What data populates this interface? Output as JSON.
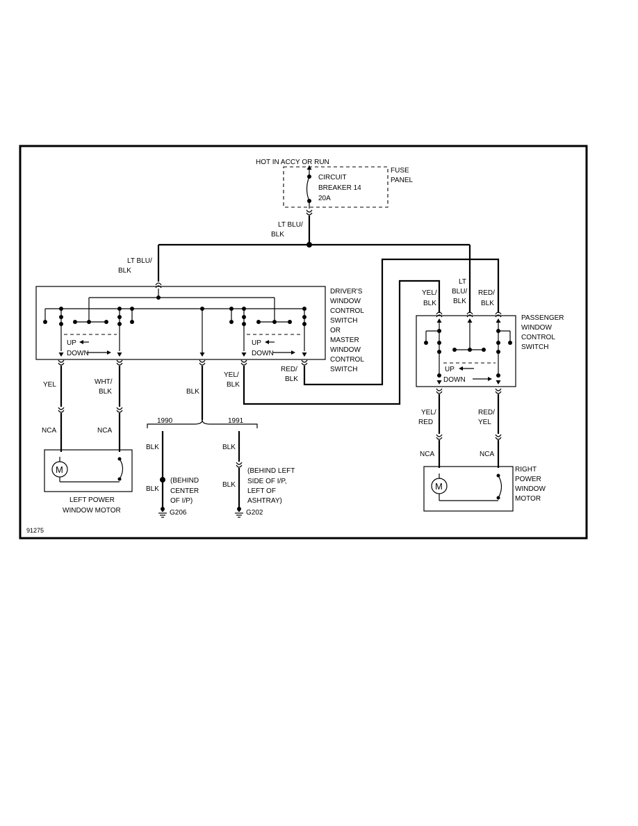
{
  "power": {
    "hot_label": "HOT IN ACCY OR RUN",
    "breaker_lines": [
      "CIRCUIT",
      "BREAKER 14",
      "20A"
    ],
    "fuse_panel_lines": [
      "FUSE",
      "PANEL"
    ]
  },
  "wires": {
    "feed_main": [
      "LT BLU/",
      "BLK"
    ],
    "feed_driver": [
      "LT BLU/",
      "BLK"
    ],
    "pass_left": [
      "YEL/",
      "BLK"
    ],
    "pass_mid": [
      "LT",
      "BLU/",
      "BLK"
    ],
    "pass_right": [
      "RED/",
      "BLK"
    ],
    "left_motor_yel": "YEL",
    "left_motor_wht": [
      "WHT/",
      "BLK"
    ],
    "ground_blk": "BLK",
    "driver_yel_blk": [
      "YEL/",
      "BLK"
    ],
    "driver_red_blk": [
      "RED/",
      "BLK"
    ],
    "right_motor_yel_red": [
      "YEL/",
      "RED"
    ],
    "right_motor_red_yel": [
      "RED/",
      "YEL"
    ]
  },
  "driver_switch": {
    "label_lines": [
      "DRIVER'S",
      "WINDOW",
      "CONTROL",
      "SWITCH",
      "OR",
      "MASTER",
      "WINDOW",
      "CONTROL",
      "SWITCH"
    ],
    "up": "UP",
    "down": "DOWN"
  },
  "passenger_switch": {
    "label_lines": [
      "PASSENGER",
      "WINDOW",
      "CONTROL",
      "SWITCH"
    ],
    "up": "UP",
    "down": "DOWN"
  },
  "connectors": {
    "nca": "NCA"
  },
  "left_motor": {
    "symbol": "M",
    "label_lines": [
      "LEFT POWER",
      "WINDOW MOTOR"
    ]
  },
  "right_motor": {
    "symbol": "M",
    "label_lines": [
      "RIGHT",
      "POWER",
      "WINDOW",
      "MOTOR"
    ]
  },
  "grounds": {
    "year_1990": "1990",
    "year_1991": "1991",
    "g206_location": [
      "(BEHIND",
      "CENTER",
      "OF I/P)"
    ],
    "g206": "G206",
    "g202_location": [
      "(BEHIND LEFT",
      "SIDE OF I/P,",
      "LEFT OF",
      "ASHTRAY)"
    ],
    "g202": "G202",
    "blk": "BLK"
  },
  "figure_id": "91275"
}
